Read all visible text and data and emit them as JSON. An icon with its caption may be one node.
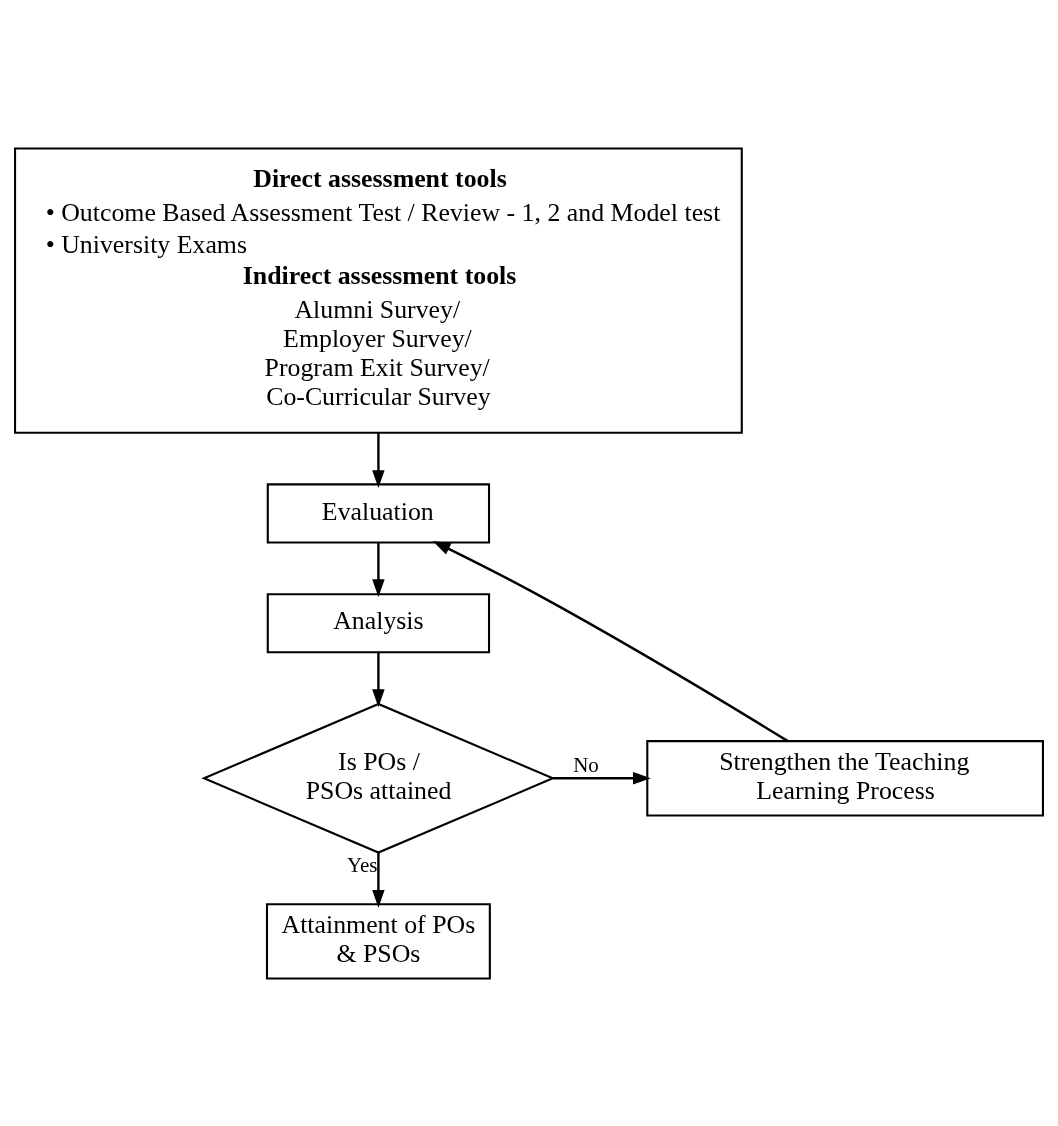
{
  "diagram": {
    "nodes": [
      {
        "text": [
          "Direct assessment tools",
          "• Outcome Based Assessment Test / Review - 1, 2 and Model test",
          "• University Exams",
          "Indirect assessment tools",
          "Alumni Survey/ Employer Survey/ Program Exit Survey/ Co-Curricular Survey"
        ]
      },
      {
        "text": [
          "Evaluation"
        ]
      },
      {
        "text": [
          "Analysis"
        ]
      },
      {
        "text": [
          "Is POs / PSOs attained"
        ]
      },
      {
        "text": [
          "Strengthen the Teaching Learning Process"
        ]
      },
      {
        "text": [
          "Attainment of POs & PSOs"
        ]
      }
    ],
    "edges": [
      {
        "from": 0,
        "to": 1,
        "arrow": "to"
      },
      {
        "from": 1,
        "to": 2,
        "arrow": "to"
      },
      {
        "from": 2,
        "to": 3,
        "arrow": "to"
      },
      {
        "from": 3,
        "to": 4,
        "arrow": "to",
        "label": "No"
      },
      {
        "from": 4,
        "to": 1,
        "arrow": "to"
      },
      {
        "from": 3,
        "to": 5,
        "arrow": "to",
        "label": "Yes"
      }
    ]
  }
}
